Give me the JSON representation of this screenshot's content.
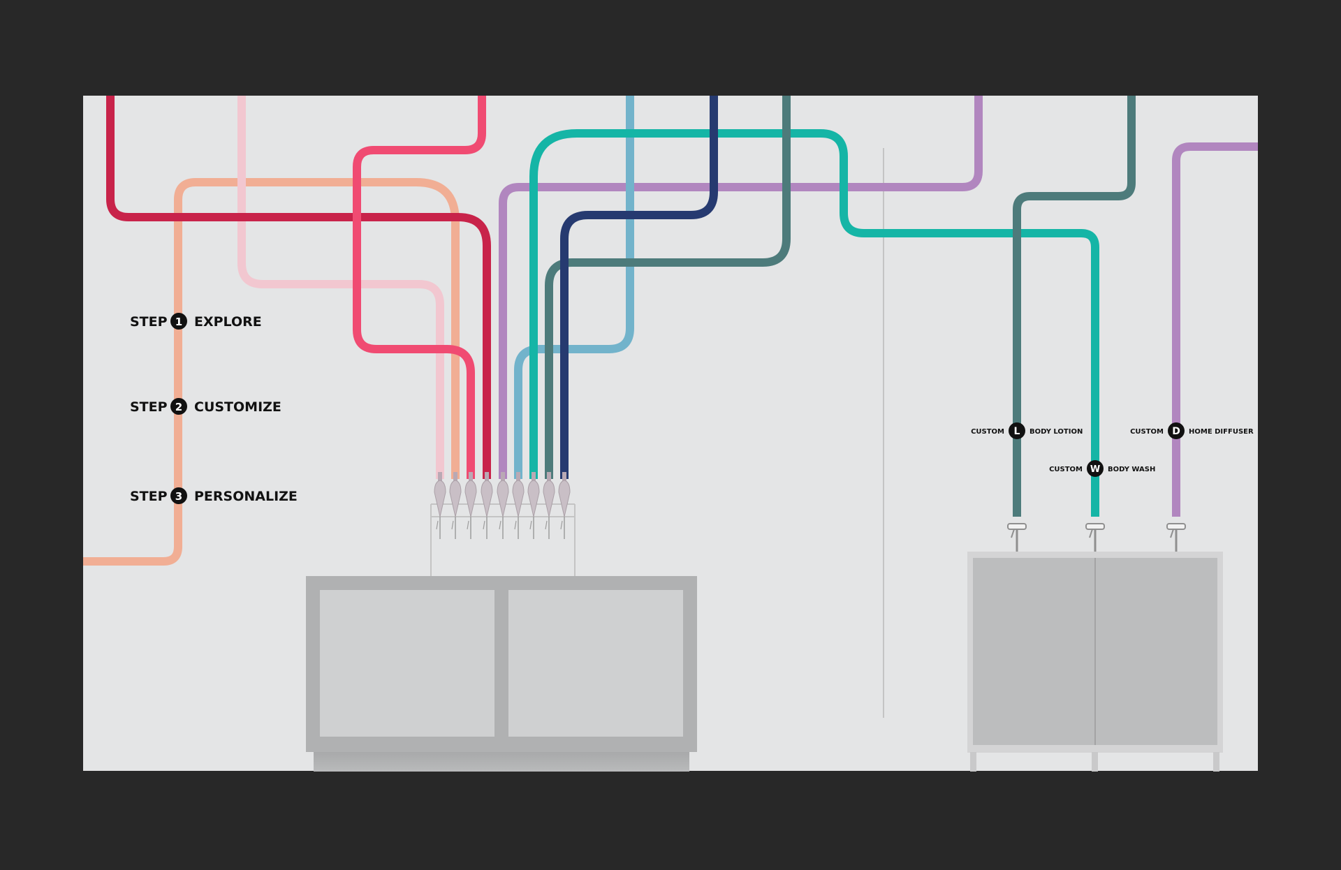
{
  "steps": [
    {
      "prefix": "STEP",
      "number": "1",
      "label": "EXPLORE"
    },
    {
      "prefix": "STEP",
      "number": "2",
      "label": "CUSTOMIZE"
    },
    {
      "prefix": "STEP",
      "number": "3",
      "label": "PERSONALIZE"
    }
  ],
  "products": [
    {
      "prefix": "CUSTOM",
      "letter": "L",
      "label": "BODY LOTION"
    },
    {
      "prefix": "CUSTOM",
      "letter": "W",
      "label": "BODY WASH"
    },
    {
      "prefix": "CUSTOM",
      "letter": "D",
      "label": "HOME DIFFUSER"
    }
  ],
  "colors": {
    "backdrop": "#282828",
    "wall": "#e4e5e6",
    "crimson": "#c8234a",
    "light_pink": "#f2c7d0",
    "hot_pink": "#f04b72",
    "peach": "#f1ae94",
    "lavender": "#b186bf",
    "teal": "#15b5a6",
    "sky_blue": "#72b3cb",
    "navy": "#263a70",
    "slate_teal": "#4d7b7b",
    "cabinet": "#b0b1b2",
    "cabinet_panel": "#cfd0d1"
  },
  "icons": {
    "dispensers": "bottle-dispenser-icon",
    "taps": "tap-handle-icon"
  }
}
